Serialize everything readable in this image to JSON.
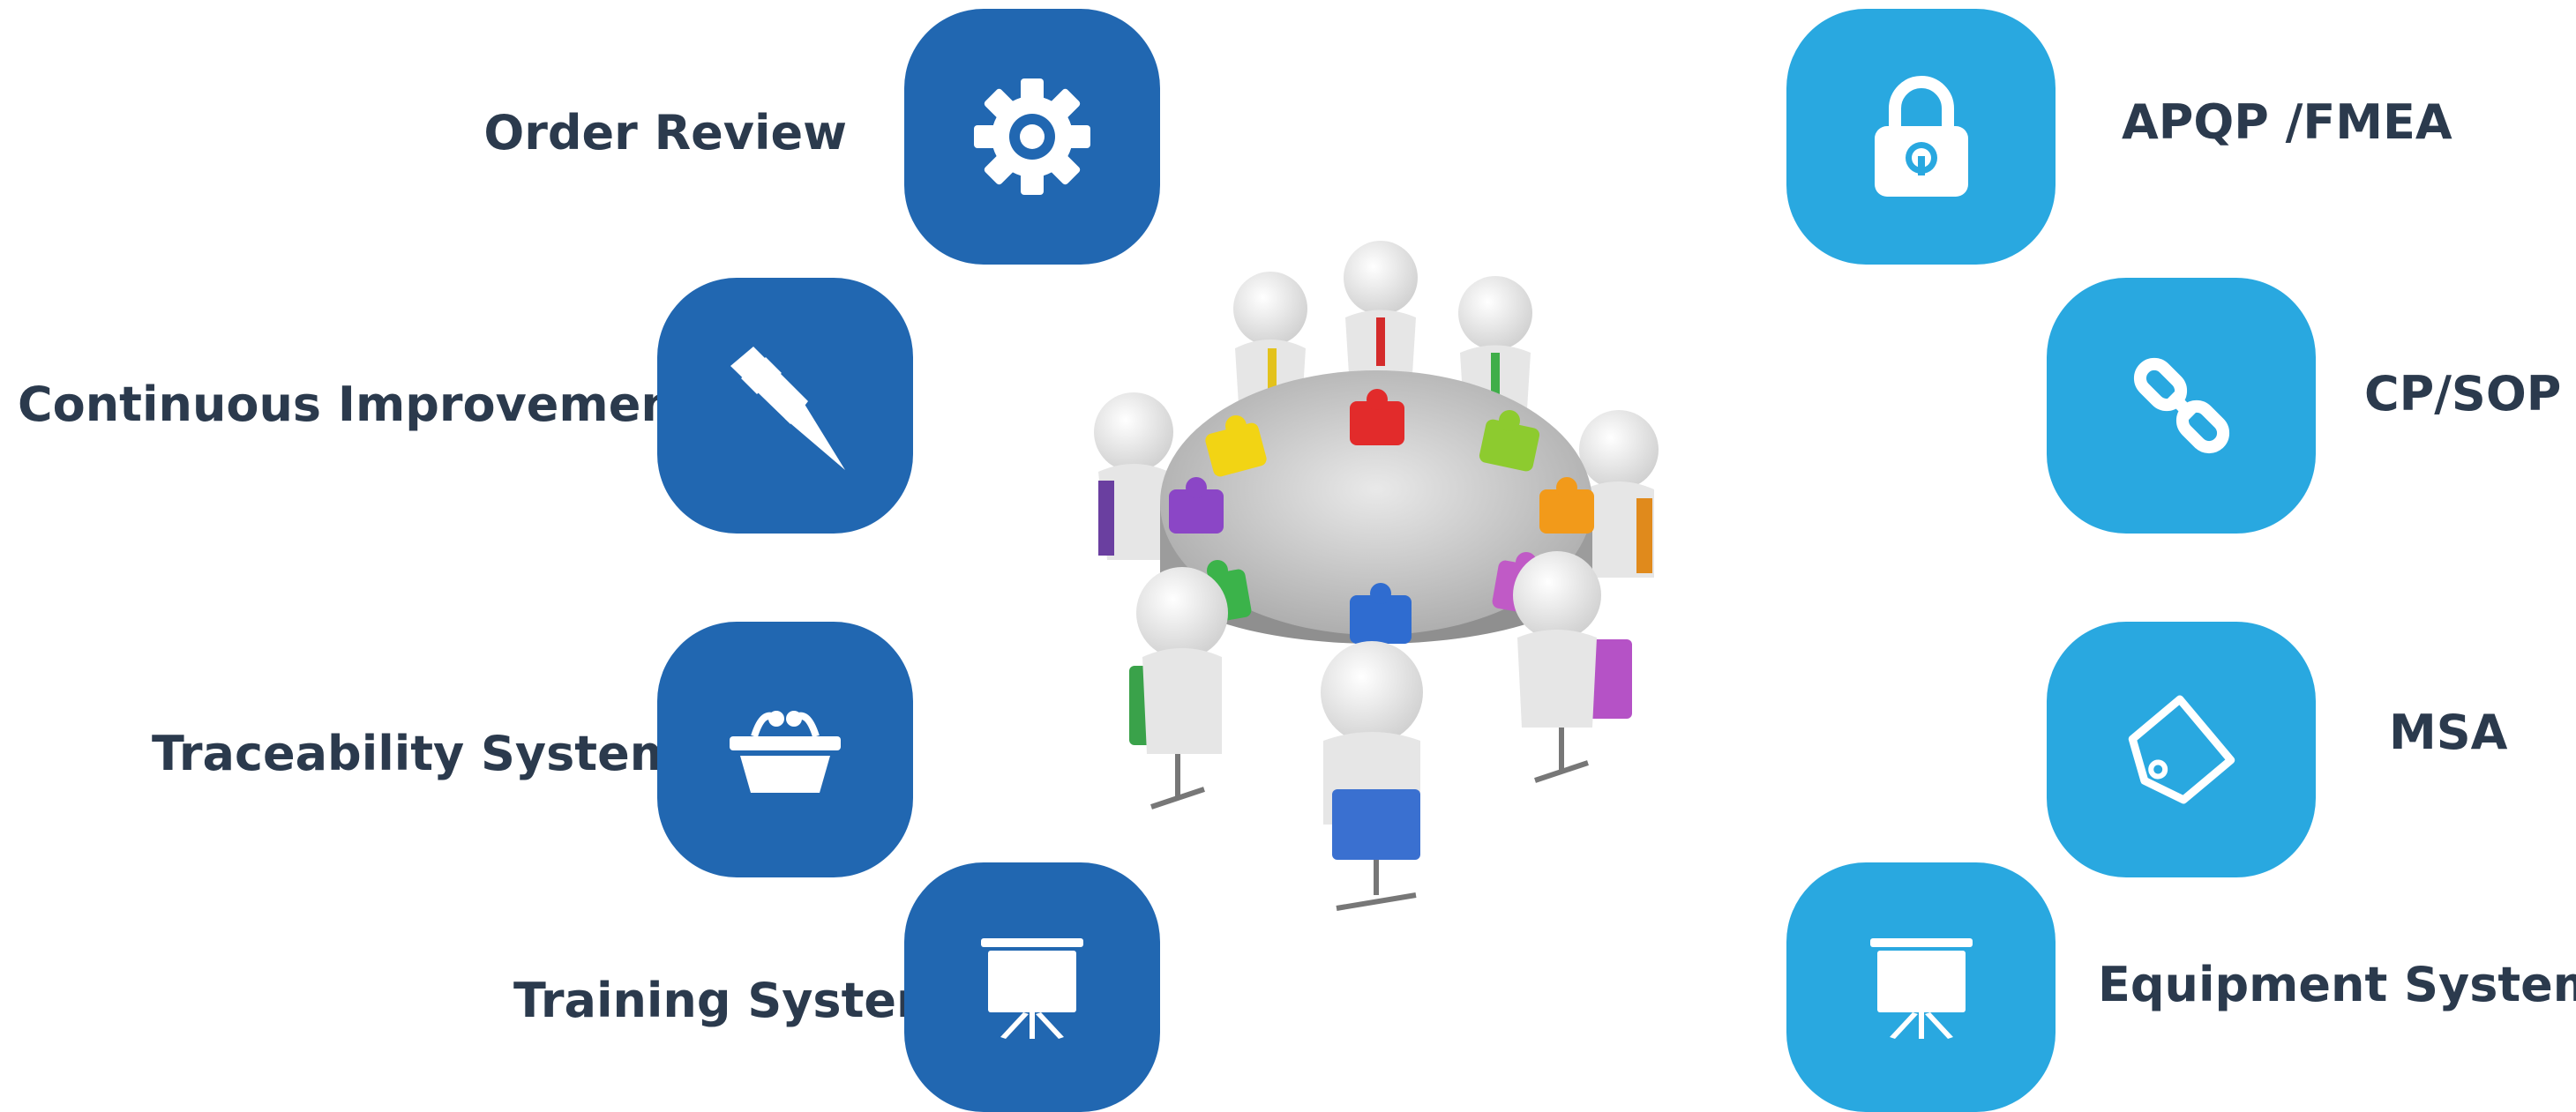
{
  "items": [
    {
      "label": "Order Review",
      "icon": "gear-icon",
      "color": "#2167b1"
    },
    {
      "label": "Continuous Improvement",
      "icon": "pushpin-icon",
      "color": "#2167b1"
    },
    {
      "label": "Traceability System",
      "icon": "basket-icon",
      "color": "#2167b1"
    },
    {
      "label": "Training System",
      "icon": "presentation-board-icon",
      "color": "#2167b1"
    },
    {
      "label": "APQP /FMEA",
      "icon": "padlock-icon",
      "color": "#29a8e0"
    },
    {
      "label": "CP/SOP",
      "icon": "chain-link-icon",
      "color": "#29a8e0"
    },
    {
      "label": "MSA",
      "icon": "price-tag-icon",
      "color": "#29a8e0"
    },
    {
      "label": "Equipment System",
      "icon": "presentation-board-icon",
      "color": "#29a8e0"
    }
  ],
  "center": {
    "image": "team-meeting-puzzle-illustration"
  }
}
